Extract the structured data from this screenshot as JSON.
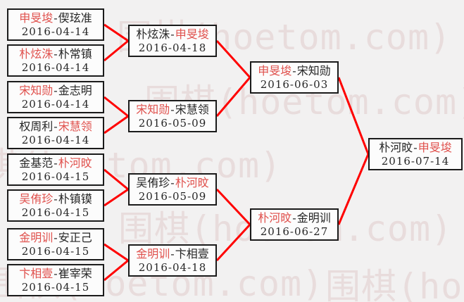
{
  "separator": "-",
  "watermark": {
    "text": "围棋(hoetom.com)"
  },
  "colors": {
    "background": "#f2f1f1",
    "line_red": "#ff0000",
    "winner_red": "#e0514d",
    "text_black": "#262626",
    "watermark": "#e8dcdc"
  },
  "bracket": {
    "type": "single-elimination",
    "rounds": [
      {
        "matches": [
          {
            "p1": "申旻埈",
            "p2": "偰玹准",
            "winner": "p1",
            "date": "2016-04-14"
          },
          {
            "p1": "朴炫洙",
            "p2": "朴常镇",
            "winner": "p1",
            "date": "2016-04-14"
          },
          {
            "p1": "宋知勋",
            "p2": "金志明",
            "winner": "p1",
            "date": "2016-04-14"
          },
          {
            "p1": "权周利",
            "p2": "宋慧领",
            "winner": "p2",
            "date": "2016-04-14"
          },
          {
            "p1": "金基范",
            "p2": "朴河旼",
            "winner": "p2",
            "date": "2016-04-15"
          },
          {
            "p1": "吴侑珍",
            "p2": "朴镇镆",
            "winner": "p1",
            "date": "2016-04-15"
          },
          {
            "p1": "金明训",
            "p2": "安正己",
            "winner": "p1",
            "date": "2016-04-15"
          },
          {
            "p1": "卞相壹",
            "p2": "崔宰荣",
            "winner": "p1",
            "date": "2016-04-15"
          }
        ]
      },
      {
        "matches": [
          {
            "p1": "朴炫洙",
            "p2": "申旻埈",
            "winner": "p2",
            "date": "2016-04-18"
          },
          {
            "p1": "宋知勋",
            "p2": "宋慧领",
            "winner": "p1",
            "date": "2016-05-09"
          },
          {
            "p1": "吴侑珍",
            "p2": "朴河旼",
            "winner": "p2",
            "date": "2016-05-09"
          },
          {
            "p1": "金明训",
            "p2": "卞相壹",
            "winner": "p1",
            "date": "2016-04-18"
          }
        ]
      },
      {
        "matches": [
          {
            "p1": "申旻埈",
            "p2": "宋知勋",
            "winner": "p1",
            "date": "2016-06-03"
          },
          {
            "p1": "朴河旼",
            "p2": "金明训",
            "winner": "p1",
            "date": "2016-06-27"
          }
        ]
      },
      {
        "matches": [
          {
            "p1": "朴河旼",
            "p2": "申旻埈",
            "winner": "p2",
            "date": "2016-07-14"
          }
        ]
      }
    ]
  }
}
